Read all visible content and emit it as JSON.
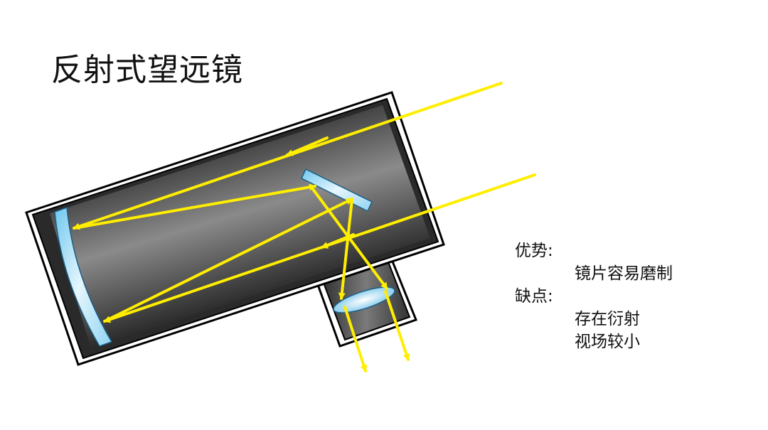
{
  "title": "反射式望远镜",
  "notes": {
    "advantages_label": "优势:",
    "advantages": [
      "镜片容易磨制"
    ],
    "disadvantages_label": "缺点:",
    "disadvantages": [
      "存在衍射",
      "视场较小"
    ]
  },
  "colors": {
    "ray": "#ffee00",
    "tube_dark": "#2a2a2a",
    "tube_light": "#8a8a8a",
    "mirror": "#a8ddf5"
  }
}
